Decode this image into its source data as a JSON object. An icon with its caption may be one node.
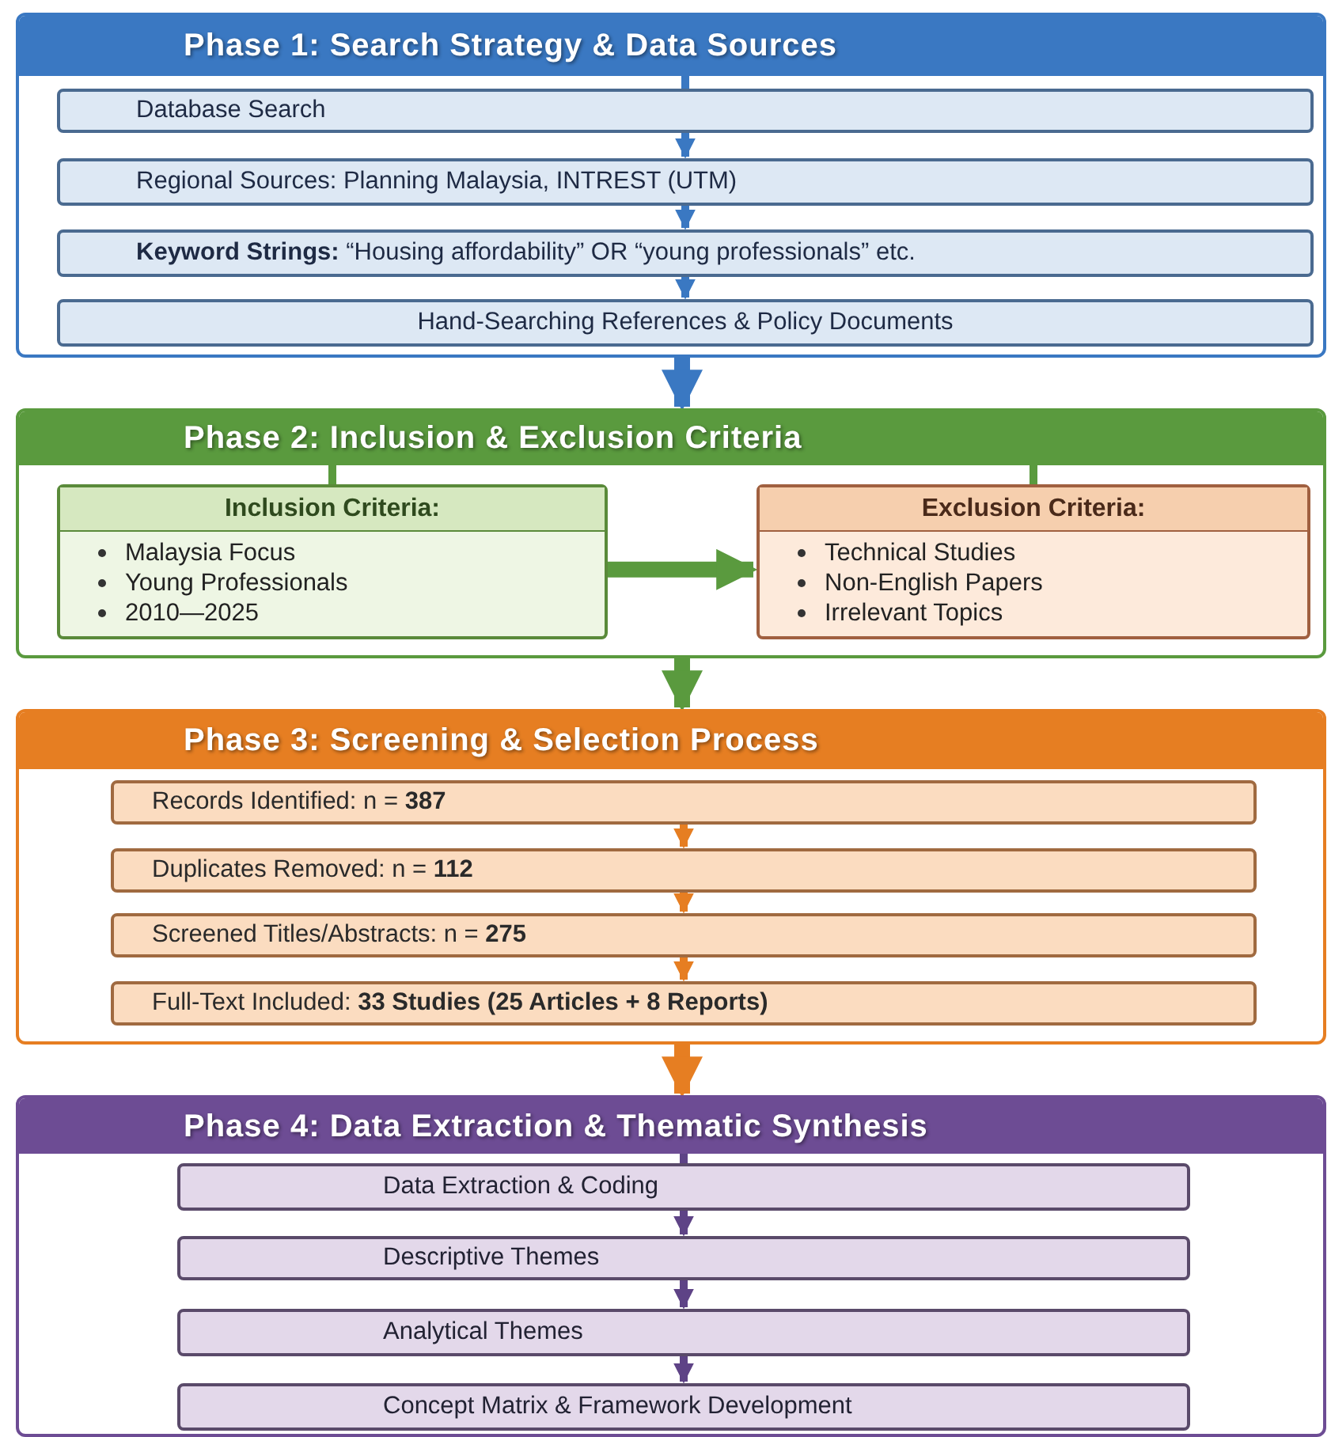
{
  "diagram": {
    "nodes": [
      {
        "text": [
          "Phase 1: Search Strategy & Data Sources"
        ]
      },
      {
        "text": [
          "Database Search"
        ],
        "in": 0
      },
      {
        "text": [
          "Regional Sources: Planning Malaysia, INTREST (UTM)"
        ],
        "in": 0
      },
      {
        "text": [
          "**Keyword Strings:** “Housing affordability” OR “young professionals” etc."
        ],
        "in": 0
      },
      {
        "text": [
          "Hand-Searching References & Policy Documents"
        ],
        "in": 0
      },
      {
        "text": [
          "Phase 2: Inclusion & Exclusion Criteria"
        ]
      },
      {
        "text": [
          "Inclusion Criteria:",
          "Malaysia Focus",
          "Young Professionals",
          "2010—2025"
        ],
        "in": 5
      },
      {
        "text": [
          "Exclusion Criteria:",
          "Technical Studies",
          "Non-English Papers",
          "Irrelevant Topics"
        ],
        "in": 5
      },
      {
        "text": [
          "Phase 3: Screening & Selection Process"
        ]
      },
      {
        "text": [
          "Records Identified: n = **387**"
        ],
        "in": 8
      },
      {
        "text": [
          "Duplicates Removed: n = **112**"
        ],
        "in": 8
      },
      {
        "text": [
          "Screened Titles/Abstracts: n = **275**"
        ],
        "in": 8
      },
      {
        "text": [
          "Full-Text Included: **33 Studies (25 Articles + 8 Reports)**"
        ],
        "in": 8
      },
      {
        "text": [
          "Phase 4: Data Extraction & Thematic Synthesis"
        ]
      },
      {
        "text": [
          "Data Extraction & Coding"
        ],
        "in": 13
      },
      {
        "text": [
          "Descriptive Themes"
        ],
        "in": 13
      },
      {
        "text": [
          "Analytical Themes"
        ],
        "in": 13
      },
      {
        "text": [
          "Concept Matrix & Framework Development"
        ],
        "in": 13
      }
    ],
    "edges": [
      {
        "from": 0,
        "to": 1,
        "arrow": "none",
        "color": "#3a78c2"
      },
      {
        "from": 1,
        "to": 2,
        "arrow": "to",
        "color": "#3a78c2"
      },
      {
        "from": 2,
        "to": 3,
        "arrow": "to",
        "color": "#3a78c2"
      },
      {
        "from": 3,
        "to": 4,
        "arrow": "to",
        "color": "#3a78c2"
      },
      {
        "from": 0,
        "to": 5,
        "arrow": "to",
        "color": "#3a78c2",
        "style": "thick"
      },
      {
        "from": 5,
        "to": 6,
        "arrow": "none",
        "color": "#5a9a3e"
      },
      {
        "from": 5,
        "to": 7,
        "arrow": "none",
        "color": "#5a9a3e"
      },
      {
        "from": 6,
        "to": 7,
        "arrow": "to",
        "color": "#5a9a3e",
        "style": "thick"
      },
      {
        "from": 5,
        "to": 8,
        "arrow": "to",
        "color": "#5a9a3e",
        "style": "thick"
      },
      {
        "from": 9,
        "to": 10,
        "arrow": "to",
        "color": "#e67e22"
      },
      {
        "from": 10,
        "to": 11,
        "arrow": "to",
        "color": "#e67e22"
      },
      {
        "from": 11,
        "to": 12,
        "arrow": "to",
        "color": "#e67e22"
      },
      {
        "from": 8,
        "to": 13,
        "arrow": "to",
        "color": "#e67e22",
        "style": "thick"
      },
      {
        "from": 13,
        "to": 14,
        "arrow": "none",
        "color": "#5e4386"
      },
      {
        "from": 14,
        "to": 15,
        "arrow": "to",
        "color": "#5e4386"
      },
      {
        "from": 15,
        "to": 16,
        "arrow": "to",
        "color": "#5e4386"
      },
      {
        "from": 16,
        "to": 17,
        "arrow": "to",
        "color": "#5e4386"
      }
    ]
  }
}
